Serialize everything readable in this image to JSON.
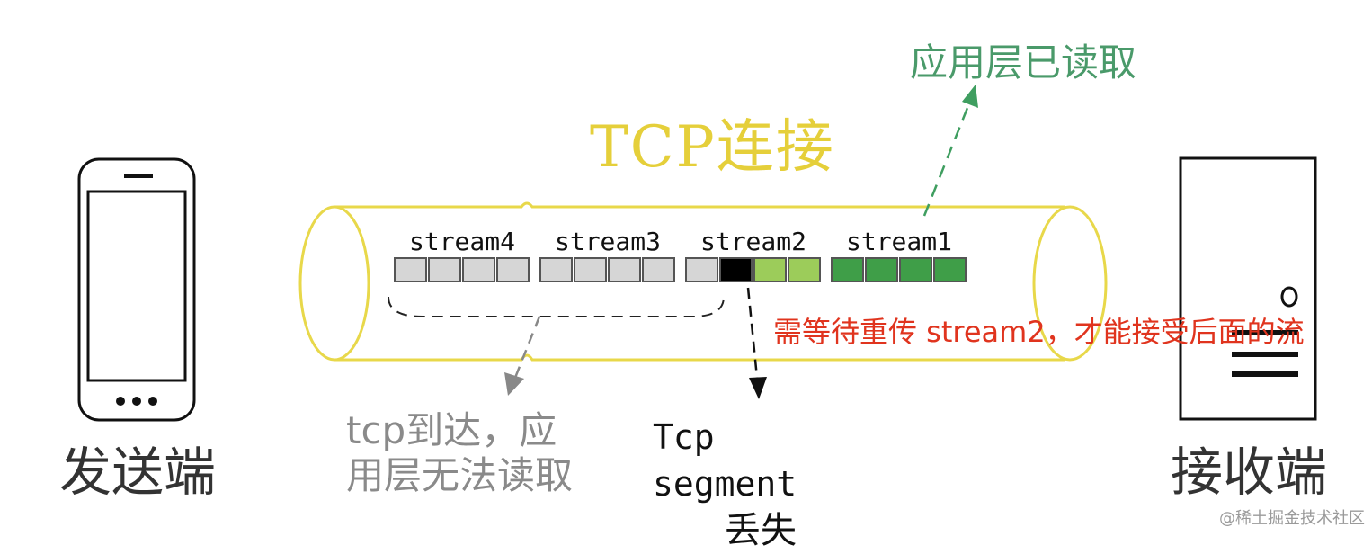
{
  "tcp_title": "TCP连接",
  "app_layer_read_label": "应用层已读取",
  "sender_label": "发送端",
  "receiver_label": "接收端",
  "annotations": {
    "tcp_arrived_line1": "tcp到达，应",
    "tcp_arrived_line2": "用层无法读取",
    "segment_lost_line1": "Tcp segment",
    "segment_lost_line2": "丢失",
    "retransmit_note": "需等待重传 stream2，才能接受后面的流"
  },
  "streams": [
    {
      "name": "stream4",
      "cells": [
        "gray",
        "gray",
        "gray",
        "gray"
      ]
    },
    {
      "name": "stream3",
      "cells": [
        "gray",
        "gray",
        "gray",
        "gray"
      ]
    },
    {
      "name": "stream2",
      "cells": [
        "gray",
        "black",
        "lightgreen",
        "lightgreen"
      ]
    },
    {
      "name": "stream1",
      "cells": [
        "green",
        "green",
        "green",
        "green"
      ]
    }
  ],
  "watermark": "@稀土掘金技术社区",
  "colors": {
    "pipe": "#e8d84a",
    "title": "#e5cf3a",
    "gray": "#d6d6d6",
    "black": "#000000",
    "lightgreen": "#9ccc5a",
    "green": "#3f9e48",
    "green_label": "#4a9a6a",
    "red_note": "#e0341e",
    "arrow_gray": "#888888"
  }
}
